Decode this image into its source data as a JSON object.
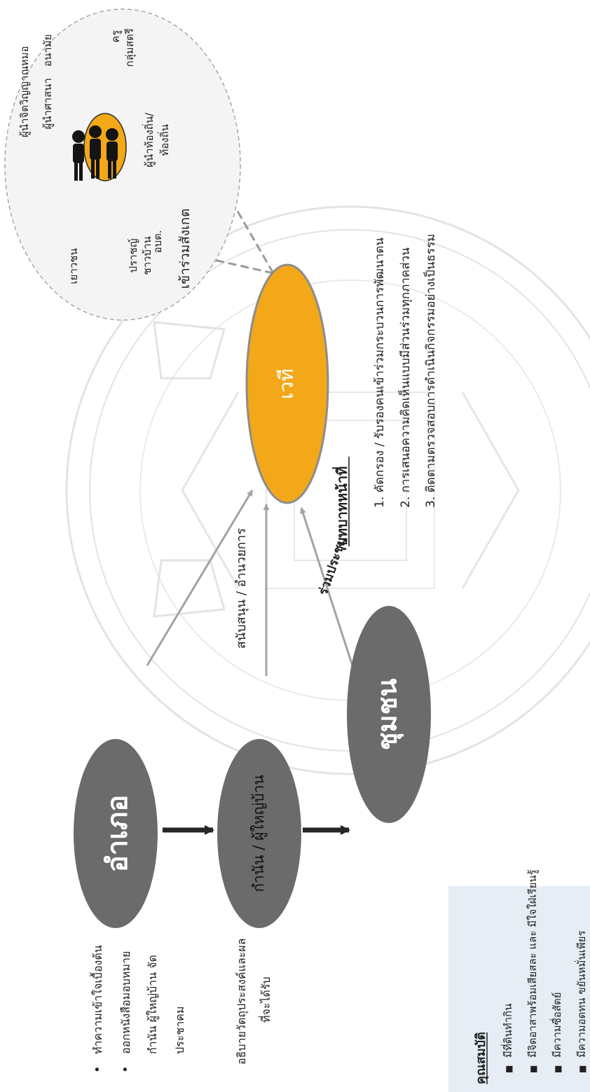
{
  "nodes": {
    "amphoe": "อำเภอ",
    "headman": "กำนัน / ผู้ใหญ่บ้าน",
    "community": "ชุมชน",
    "forum": "เวที"
  },
  "arrow_labels": {
    "support": "สนับสนุน / อำนวยการ",
    "join": "ร่วมประชุม",
    "observe": "เข้าร่วมสังเกต"
  },
  "observers": {
    "items": [
      "ผู้นำจิตวิญญาณ",
      "ผู้นำศาสนา",
      "หมอ",
      "อนามัย",
      "ครู",
      "กลุ่มสตรี",
      "ผู้นำท้องถิ่น/",
      "ท้องถิ่น",
      "อบต.",
      "ปราชญ์",
      "ชาวบ้าน",
      "เยาวชน"
    ]
  },
  "roles": {
    "heading": "บทบาทหน้าที่",
    "items": [
      "1.  คัดกรอง / รับรองคนเข้าร่วมกระบวนการพัฒนาตน",
      "2.  การเสนอความคิดเห็นแบบมีส่วนร่วมทุกภาคส่วน",
      "3.  ติดตามตรวจสอบการดำเนินกิจกรรมอย่างเป็นธรรม"
    ]
  },
  "amphoe_notes": {
    "bullet": "•",
    "items": [
      "ทำความเข้าใจเบื้องต้น",
      "ออกหนังสือมอบหมาย",
      "กำนัน  ผู้ใหญ่บ้าน  จัด",
      "ประชาคม"
    ]
  },
  "headman_notes": {
    "items": [
      "อธิบายวัตถุประสงค์และผล",
      "ที่จะได้รับ"
    ]
  },
  "qualifications": {
    "heading": "คุณสมบัติ",
    "bullet": "■",
    "items": [
      "มีที่ดินทำกิน",
      "มีจิตอาสาพร้อมเสียสละ  และ  มีใจใฝ่เรียนรู้",
      "มีความซื่อสัตย์",
      "มีความอดทน  ขยันหมั่นเพียร"
    ]
  },
  "colors": {
    "grey_node": "#6b6b6b",
    "forum_fill": "#f2a818",
    "arrow_grey": "#a3a3a3",
    "arrow_black": "#262626",
    "watermark": "#dadada",
    "qual_panel": "#e6edf5"
  }
}
